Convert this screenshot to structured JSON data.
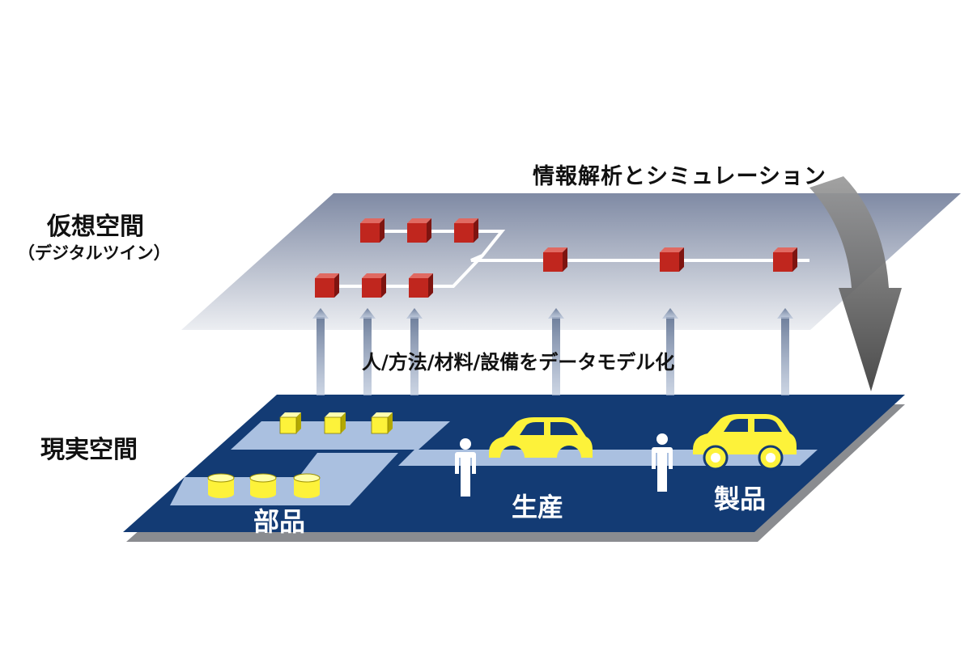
{
  "virtual_space": {
    "title": "仮想空間",
    "subtitle": "（デジタルツイン）"
  },
  "analysis_label": "情報解析とシミュレーション",
  "modeling_label": "人/方法/材料/設備をデータモデル化",
  "real_space": {
    "title": "現実空間",
    "parts_label": "部品",
    "production_label": "生産",
    "product_label": "製品"
  },
  "colors": {
    "virtual_plane_top": "#7f8aa4",
    "virtual_plane_bottom": "#e9ebf0",
    "real_plane": "#133b74",
    "path": "#aac0e0",
    "node": "#c0261e",
    "item": "#fdf23a",
    "arrow": "#5a5a5a"
  }
}
